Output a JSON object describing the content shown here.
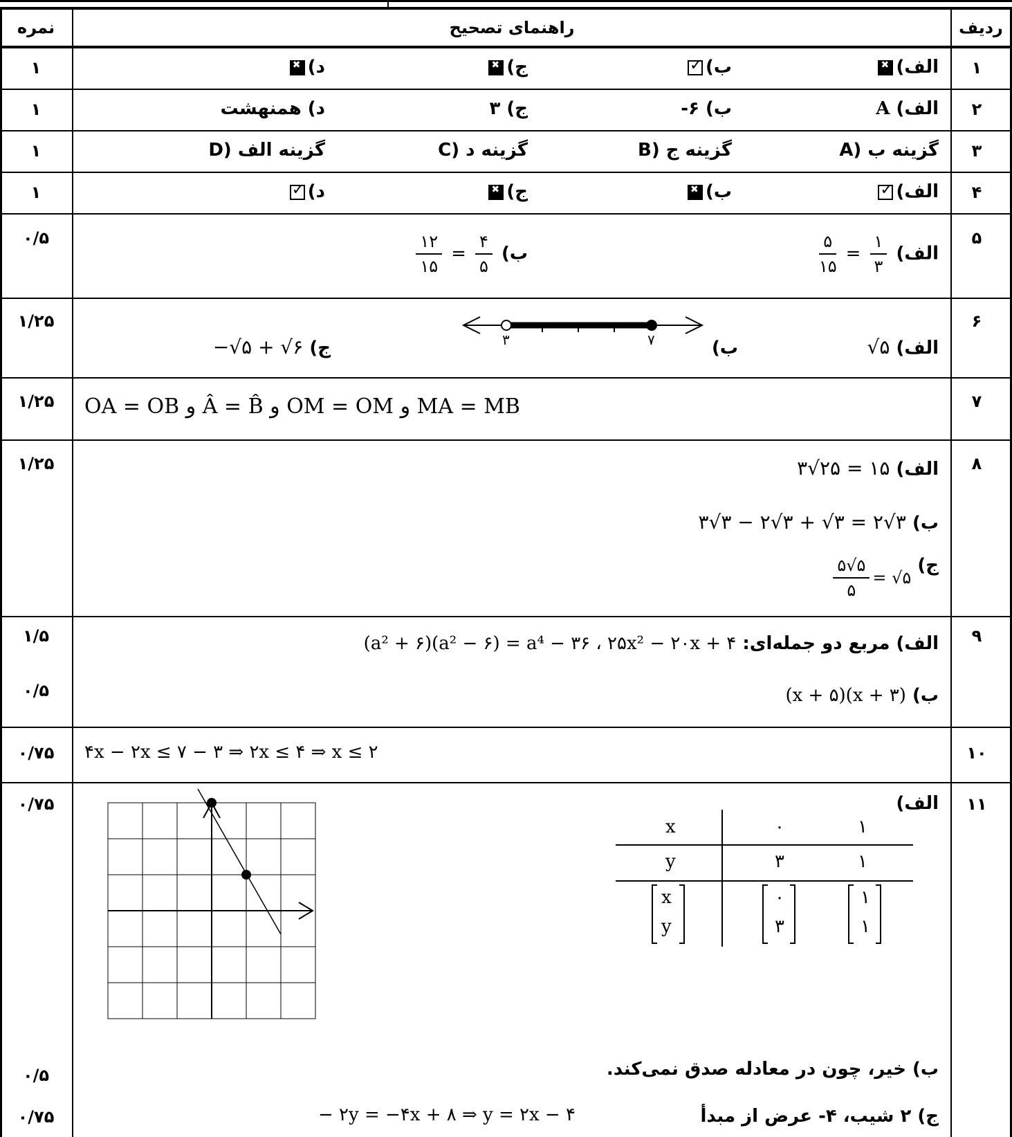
{
  "header": {
    "score": "نمره",
    "guide": "راهنمای تصحیح",
    "row": "ردیف"
  },
  "rows": {
    "r1": {
      "num": "۱",
      "score": "۱",
      "a": "الف)",
      "b": "ب)",
      "c": "ج)",
      "d": "د)"
    },
    "r2": {
      "num": "۲",
      "score": "۱",
      "a": "الف)",
      "a_val": "A",
      "b": "ب) ۶-",
      "c": "ج) ۳",
      "d": "د) همنهشت"
    },
    "r3": {
      "num": "۳",
      "score": "۱",
      "a": "A) گزینه ب",
      "b": "B) گزینه ج",
      "c": "C) گزینه د",
      "d": "D) گزینه الف"
    },
    "r4": {
      "num": "۴",
      "score": "۱",
      "a": "الف)",
      "b": "ب)",
      "c": "ج)",
      "d": "د)"
    },
    "r5": {
      "num": "۵",
      "score": "۰/۵",
      "a": "الف)",
      "a_n1": "۵",
      "a_d1": "۱۵",
      "a_n2": "۱",
      "a_d2": "۳",
      "b": "ب)",
      "b_n1": "۱۲",
      "b_d1": "۱۵",
      "b_n2": "۴",
      "b_d2": "۵"
    },
    "r6": {
      "num": "۶",
      "score": "۱/۲۵",
      "a": "الف)",
      "a_math": "√۵",
      "b": "ب)",
      "b_l": "۳",
      "b_r": "۷",
      "c": "ج)",
      "c_math": "−√۵ + √۶"
    },
    "r7": {
      "num": "۷",
      "score": "۱/۲۵",
      "text": "OA = OB  و  Â = B̂  و  OM = OM  و  MA = MB"
    },
    "r8": {
      "num": "۸",
      "score": "۱/۲۵",
      "a": "الف)",
      "a_math": "۳√۲۵ = ۱۵",
      "b": "ب)",
      "b_math": "۳√۳ − ۲√۳ + √۳ = ۲√۳",
      "c": "ج)",
      "c_n": "۵√۵",
      "c_d": "۵",
      "c_rest": "= √۵"
    },
    "r9": {
      "num": "۹",
      "score_a": "۱/۵",
      "score_b": "۰/۵",
      "a": "الف) مربع دو جمله‌ای:",
      "a_math": "(a² + ۶)(a² − ۶) = a⁴ − ۳۶  ،  ۲۵x² − ۲۰x + ۴",
      "b": "ب)",
      "b_math": "(x + ۵)(x + ۳)"
    },
    "r10": {
      "num": "۱۰",
      "score": "۰/۷۵",
      "text": "۴x − ۲x ≤ ۷ − ۳  ⇒  ۲x ≤ ۴ ⇒  x ≤ ۲"
    },
    "r11": {
      "num": "۱۱",
      "score_a": "۰/۷۵",
      "score_b": "۰/۵",
      "score_c": "۰/۷۵",
      "a": "الف)",
      "table": {
        "x": "x",
        "y": "y",
        "x0": "۰",
        "x1": "۱",
        "y0": "۳",
        "y1": "۱"
      },
      "b": "ب) خیر، چون در معادله صدق نمی‌کند.",
      "c": "ج) ۲ شیب، ۴- عرض از مبدأ",
      "c_math": "− ۲y = −۴x + ۸  ⇒  y = ۲x − ۴"
    }
  }
}
